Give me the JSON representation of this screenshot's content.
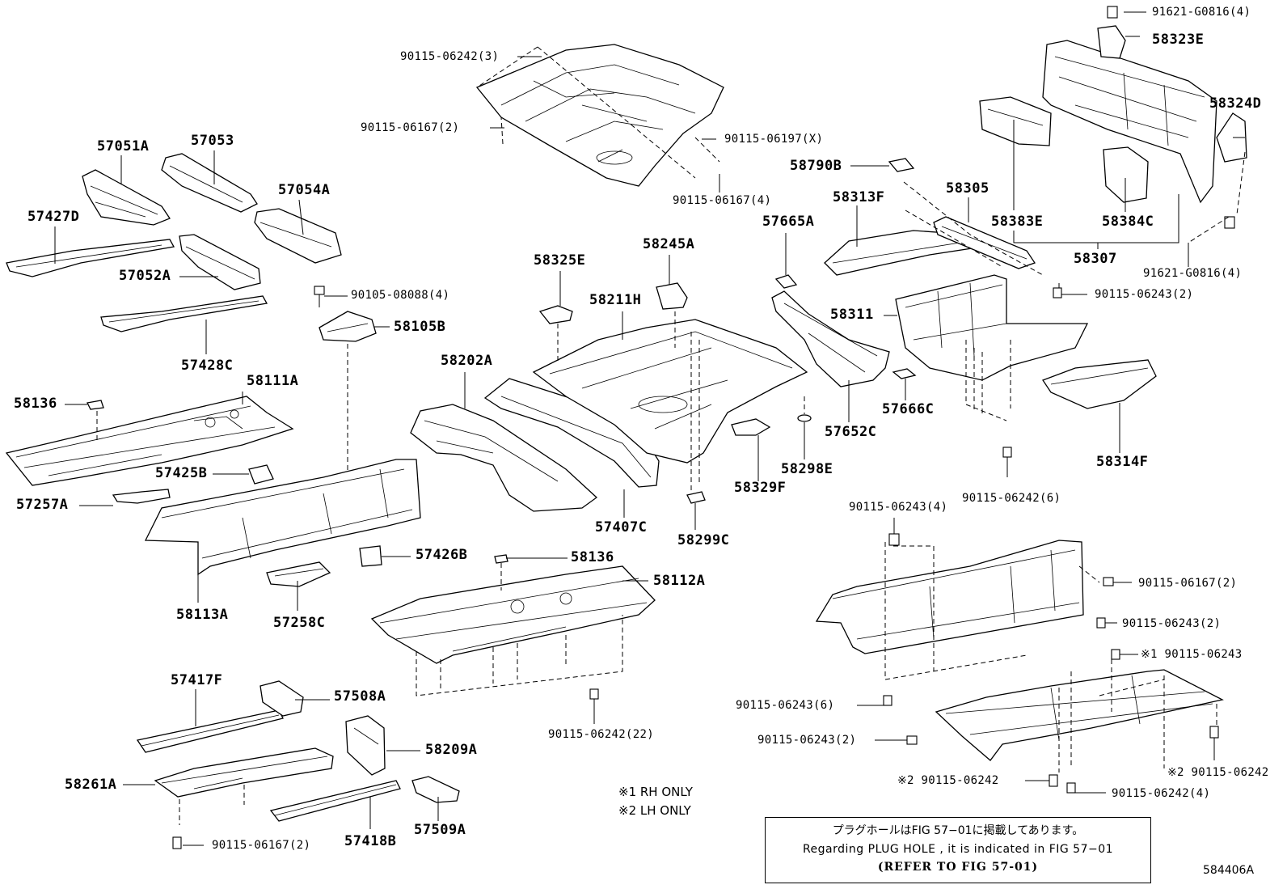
{
  "labels": [
    {
      "key": "57051A",
      "text": "57051A"
    },
    {
      "key": "57053",
      "text": "57053"
    },
    {
      "key": "57054A",
      "text": "57054A"
    },
    {
      "key": "57427D",
      "text": "57427D"
    },
    {
      "key": "57052A",
      "text": "57052A"
    },
    {
      "key": "57428C",
      "text": "57428C"
    },
    {
      "key": "58105B",
      "text": "58105B"
    },
    {
      "key": "58136a",
      "text": "58136"
    },
    {
      "key": "58111A",
      "text": "58111A"
    },
    {
      "key": "57425B",
      "text": "57425B"
    },
    {
      "key": "57257A",
      "text": "57257A"
    },
    {
      "key": "58113A",
      "text": "58113A"
    },
    {
      "key": "57258C",
      "text": "57258C"
    },
    {
      "key": "57426B",
      "text": "57426B"
    },
    {
      "key": "58136b",
      "text": "58136"
    },
    {
      "key": "58112A",
      "text": "58112A"
    },
    {
      "key": "58202A",
      "text": "58202A"
    },
    {
      "key": "58325E",
      "text": "58325E"
    },
    {
      "key": "58245A",
      "text": "58245A"
    },
    {
      "key": "58211H",
      "text": "58211H"
    },
    {
      "key": "57407C",
      "text": "57407C"
    },
    {
      "key": "58299C",
      "text": "58299C"
    },
    {
      "key": "58329F",
      "text": "58329F"
    },
    {
      "key": "58298E",
      "text": "58298E"
    },
    {
      "key": "57665A",
      "text": "57665A"
    },
    {
      "key": "58790B",
      "text": "58790B"
    },
    {
      "key": "58313F",
      "text": "58313F"
    },
    {
      "key": "58305",
      "text": "58305"
    },
    {
      "key": "58383E",
      "text": "58383E"
    },
    {
      "key": "58384C",
      "text": "58384C"
    },
    {
      "key": "58307",
      "text": "58307"
    },
    {
      "key": "58323E",
      "text": "58323E"
    },
    {
      "key": "58324D",
      "text": "58324D"
    },
    {
      "key": "58311",
      "text": "58311"
    },
    {
      "key": "57652C",
      "text": "57652C"
    },
    {
      "key": "57666C",
      "text": "57666C"
    },
    {
      "key": "58314F",
      "text": "58314F"
    },
    {
      "key": "57417F",
      "text": "57417F"
    },
    {
      "key": "57508A",
      "text": "57508A"
    },
    {
      "key": "58209A",
      "text": "58209A"
    },
    {
      "key": "58261A",
      "text": "58261A"
    },
    {
      "key": "57418B",
      "text": "57418B"
    },
    {
      "key": "57509A",
      "text": "57509A"
    }
  ],
  "fasteners": [
    {
      "key": "f1",
      "text": "90115-06242(3)"
    },
    {
      "key": "f2",
      "text": "90115-06167(2)"
    },
    {
      "key": "f3",
      "text": "90115-06197(X)"
    },
    {
      "key": "f4",
      "text": "90115-06167(4)"
    },
    {
      "key": "f5",
      "text": "90105-08088(4)"
    },
    {
      "key": "f6",
      "text": "91621-G0816(4)"
    },
    {
      "key": "f7",
      "text": "91621-G0816(4)"
    },
    {
      "key": "f8",
      "text": "90115-06243(2)"
    },
    {
      "key": "f9",
      "text": "90115-06242(6)"
    },
    {
      "key": "f10",
      "text": "90115-06243(4)"
    },
    {
      "key": "f11",
      "text": "90115-06167(2)"
    },
    {
      "key": "f12",
      "text": "90115-06243(2)"
    },
    {
      "key": "f13",
      "text": "※1 90115-06243"
    },
    {
      "key": "f14",
      "text": "90115-06243(6)"
    },
    {
      "key": "f15",
      "text": "90115-06243(2)"
    },
    {
      "key": "f16",
      "text": "※2 90115-06242"
    },
    {
      "key": "f17",
      "text": "90115-06242(4)"
    },
    {
      "key": "f18",
      "text": "※2 90115-06242"
    },
    {
      "key": "f19",
      "text": "90115-06242(22)"
    },
    {
      "key": "f20",
      "text": "90115-06167(2)"
    }
  ],
  "notes": {
    "rh_only": "※1 RH ONLY",
    "lh_only": "※2 LH ONLY"
  },
  "notice": {
    "line1": "プラグホールはFIG 57−01に掲載してあります。",
    "line2": "Regarding PLUG HOLE , it is indicated in FIG 57−01",
    "line3": "(REFER TO FIG 57-01)"
  },
  "figure_id": "584406A"
}
